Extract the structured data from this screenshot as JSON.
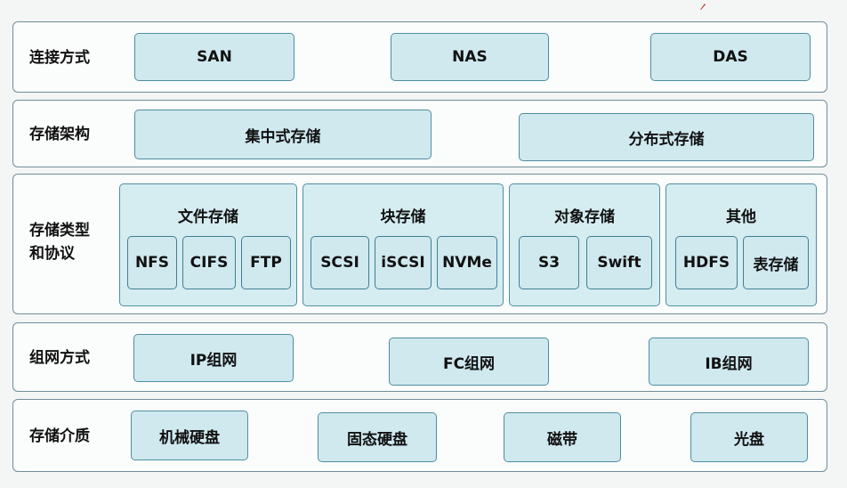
{
  "rows": [
    {
      "label": "连接方式",
      "items": [
        "SAN",
        "NAS",
        "DAS"
      ]
    },
    {
      "label": "存储架构",
      "items": [
        "集中式存储",
        "分布式存储"
      ]
    },
    {
      "label_line1": "存储类型",
      "label_line2": "和协议",
      "groups": [
        {
          "title": "文件存储",
          "items": [
            "NFS",
            "CIFS",
            "FTP"
          ]
        },
        {
          "title": "块存储",
          "items": [
            "SCSI",
            "iSCSI",
            "NVMe"
          ]
        },
        {
          "title": "对象存储",
          "items": [
            "S3",
            "Swift"
          ]
        },
        {
          "title": "其他",
          "items": [
            "HDFS",
            "表存储"
          ]
        }
      ]
    },
    {
      "label": "组网方式",
      "items": [
        "IP组网",
        "FC组网",
        "IB组网"
      ]
    },
    {
      "label": "存储介质",
      "items": [
        "机械硬盘",
        "固态硬盘",
        "磁带",
        "光盘"
      ]
    }
  ],
  "colors": {
    "box_fill": "#cfe9ef",
    "box_border": "#4f8ea1",
    "row_border": "#6f8f9a"
  }
}
